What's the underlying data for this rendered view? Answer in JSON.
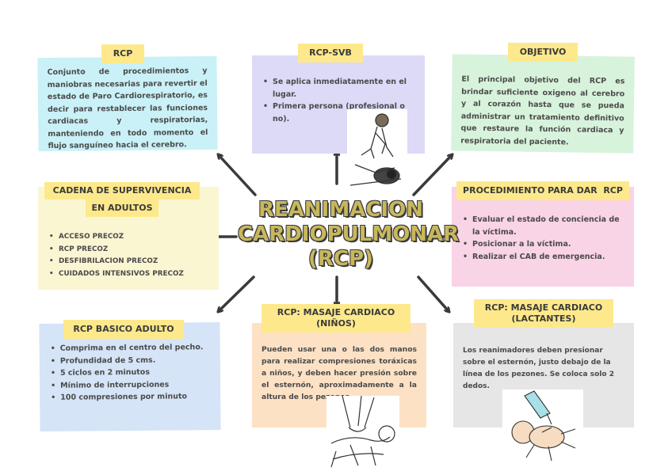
{
  "center": {
    "line1": "REANIMACION",
    "line2": "CARDIOPULMONAR",
    "line3": "(RCP)"
  },
  "rcp": {
    "title": "RCP",
    "text": "Conjunto de procedimientos y maniobras necesarias para revertir el estado de Paro Cardiorespiratorio, es decir para restablecer las funciones cardiacas y respiratorias, manteniendo en todo momento el flujo sanguíneo hacia el cerebro.",
    "color": "#c9f1f7"
  },
  "rcp_svb": {
    "title": "RCP-SVB",
    "items": [
      "Se aplica inmediatamente en el lugar.",
      "Primera persona (profesional o no)."
    ],
    "color": "#dcdaf7"
  },
  "objetivo": {
    "title": "OBJETIVO",
    "text": "El principal objetivo del RCP es brindar suficiente oxigeno al cerebro y al corazón hasta que se pueda administrar un tratamiento definitivo que restaure la función cardiaca y respiratoria del paciente.",
    "color": "#d7f3dc"
  },
  "cadena": {
    "title_line1": "CADENA DE SUPERVIVENCIA",
    "title_line2": "EN ADULTOS",
    "items": [
      "ACCESO PRECOZ",
      "RCP PRECOZ",
      "DESFIBRILACION PRECOZ",
      "CUIDADOS INTENSIVOS PRECOZ"
    ],
    "color": "#fbf6d2"
  },
  "procedimiento": {
    "title": "PROCEDIMIENTO PARA DAR  RCP",
    "items": [
      "Evaluar el estado de conciencia de la víctima.",
      "Posicionar a la víctima.",
      "Realizar el CAB de emergencia."
    ],
    "color": "#f9d3e6"
  },
  "basico": {
    "title": "RCP BASICO ADULTO",
    "items": [
      "Comprima en el centro del pecho.",
      "Profundidad de 5 cms.",
      "5 ciclos en 2 minutos",
      "Mínimo de interrupciones",
      "100 compresiones por minuto"
    ],
    "color": "#d5e4f7"
  },
  "ninos": {
    "title_line1": "RCP: MASAJE CARDIACO",
    "title_line2": "(NIÑOS)",
    "text": "Pueden usar una o las dos manos para realizar compresiones toráxicas a niños, y deben hacer presión sobre el esternón, aproximadamente a la altura de los pezones.",
    "color": "#fde1c4"
  },
  "lactantes": {
    "title_line1": "RCP: MASAJE CARDIACO",
    "title_line2": "(LACTANTES)",
    "text": "Los reanimadores deben presionar sobre el esternón, justo debajo de la línea de los pezones. Se coloca solo 2 dedos.",
    "color": "#e6e6e6"
  },
  "accent": "#fde98b"
}
